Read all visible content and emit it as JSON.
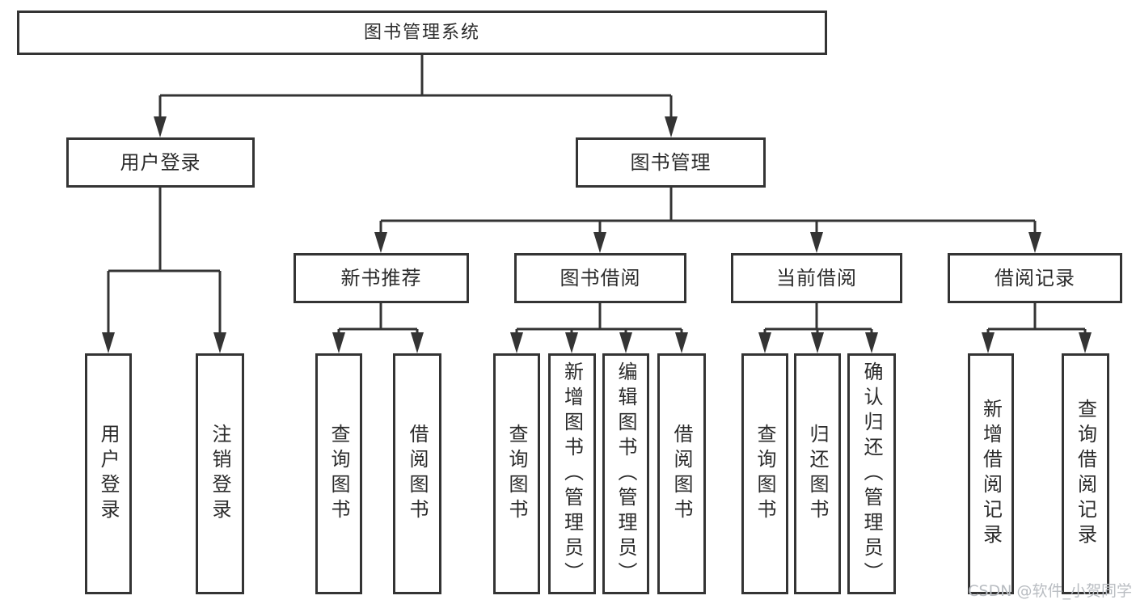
{
  "watermark": {
    "text": "CSDN @软件_小贺同学"
  },
  "colors": {
    "line": "#343434",
    "box_border": "#343434",
    "box_fill": "#ffffff",
    "text": "#2b2b2b",
    "watermark": "#b9bdc2"
  },
  "tree": {
    "label": "图书管理系统",
    "children": [
      {
        "label": "用户登录",
        "children": [
          {
            "label": "用户登录"
          },
          {
            "label": "注销登录"
          }
        ]
      },
      {
        "label": "图书管理",
        "children": [
          {
            "label": "新书推荐",
            "children": [
              {
                "label": "查询图书"
              },
              {
                "label": "借阅图书"
              }
            ]
          },
          {
            "label": "图书借阅",
            "children": [
              {
                "label": "查询图书"
              },
              {
                "label": "新增图书（管理员）"
              },
              {
                "label": "编辑图书（管理员）"
              },
              {
                "label": "借阅图书"
              }
            ]
          },
          {
            "label": "当前借阅",
            "children": [
              {
                "label": "查询图书"
              },
              {
                "label": "归还图书"
              },
              {
                "label": "确认归还（管理员）"
              }
            ]
          },
          {
            "label": "借阅记录",
            "children": [
              {
                "label": "新增借阅记录"
              },
              {
                "label": "查询借阅记录"
              }
            ]
          }
        ]
      }
    ]
  }
}
